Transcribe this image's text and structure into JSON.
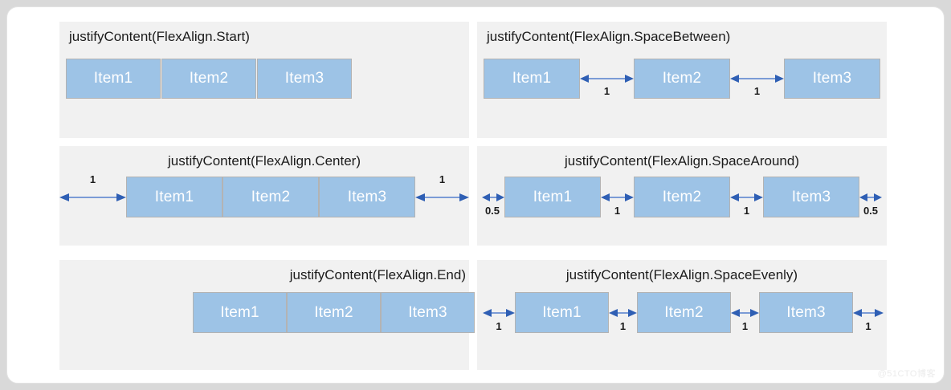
{
  "page": {
    "background_color": "#d9d9d9",
    "card_color": "#ffffff",
    "panel_color": "#f1f1f1",
    "item_color": "#9dc3e6",
    "item_border_color": "#b3b3b3",
    "arrow_color": "#2f5fb4",
    "watermark": "@51CTO博客"
  },
  "items": {
    "item1": "Item1",
    "item2": "Item2",
    "item3": "Item3"
  },
  "panels": [
    {
      "id": "start",
      "title": "justifyContent(FlexAlign.Start)",
      "title_align": "left",
      "gaps": []
    },
    {
      "id": "space-between",
      "title": "justifyContent(FlexAlign.SpaceBetween)",
      "title_align": "left",
      "gaps": [
        "1",
        "1"
      ]
    },
    {
      "id": "center",
      "title": "justifyContent(FlexAlign.Center)",
      "title_align": "center",
      "gaps": [
        "1",
        "1"
      ]
    },
    {
      "id": "space-around",
      "title": "justifyContent(FlexAlign.SpaceAround)",
      "title_align": "center",
      "gaps": [
        "0.5",
        "1",
        "1",
        "0.5"
      ]
    },
    {
      "id": "end",
      "title": "justifyContent(FlexAlign.End)",
      "title_align": "right",
      "gaps": []
    },
    {
      "id": "space-evenly",
      "title": "justifyContent(FlexAlign.SpaceEvenly)",
      "title_align": "center",
      "gaps": [
        "1",
        "1",
        "1",
        "1"
      ]
    }
  ]
}
